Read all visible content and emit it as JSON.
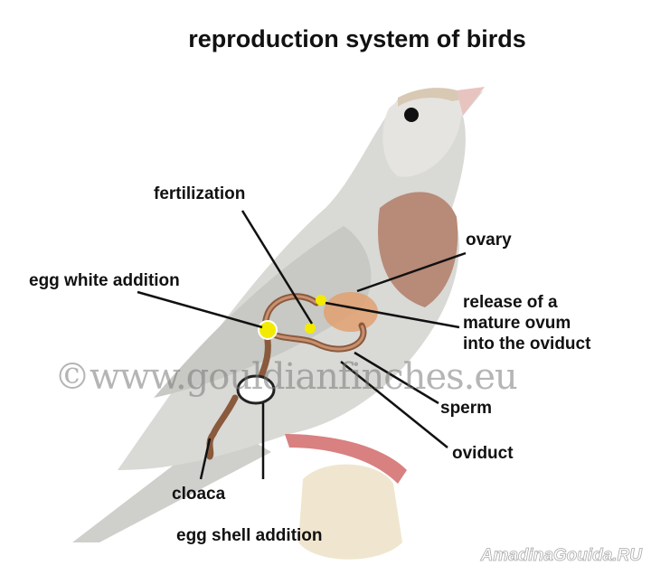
{
  "title": "reproduction system of birds",
  "labels": {
    "fertilization": "fertilization",
    "ovary": "ovary",
    "egg_white": "egg white addition",
    "release_1": "release of a",
    "release_2": "mature ovum",
    "release_3": "into the oviduct",
    "sperm": "sperm",
    "oviduct": "oviduct",
    "cloaca": "cloaca",
    "egg_shell": "egg shell addition"
  },
  "watermarks": {
    "main": "©www.gouldianfinches.eu",
    "corner": "AmadinaGouida.RU"
  },
  "colors": {
    "ovum": "#f2ea00",
    "tract": "#8a5a3c",
    "body": "#d9d9d6",
    "breast": "#b88a78"
  }
}
